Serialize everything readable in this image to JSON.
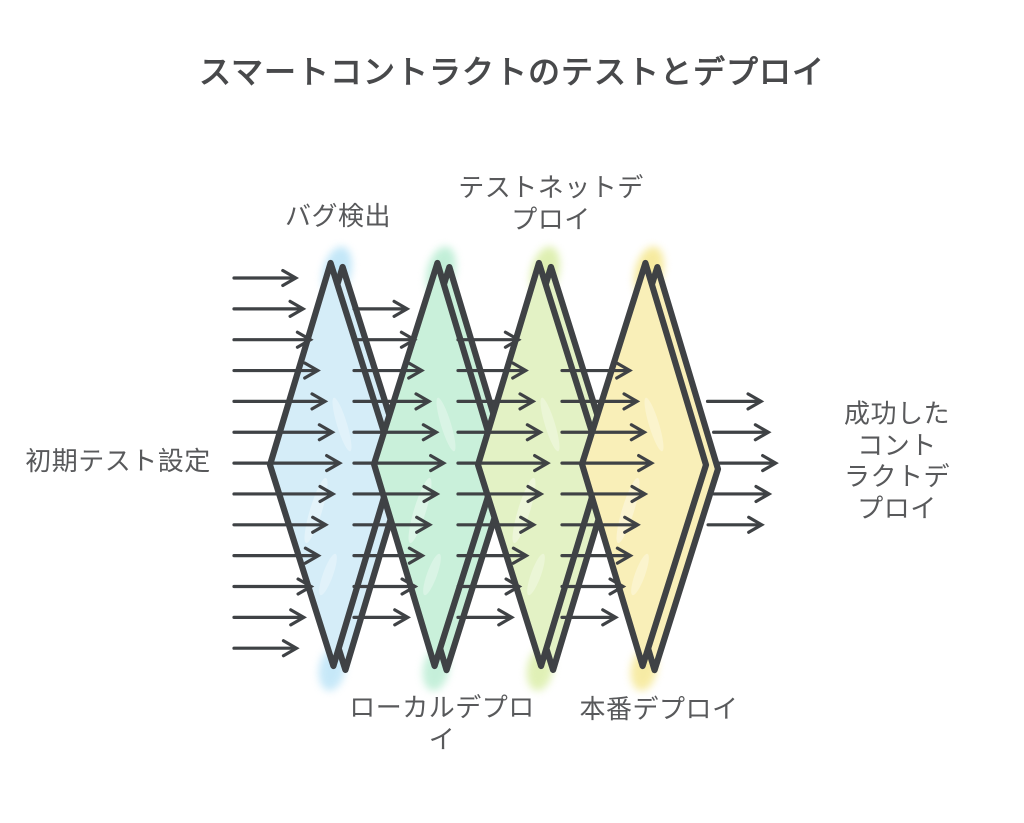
{
  "title": "スマートコントラクトのテストとデプロイ",
  "colors": {
    "background": "#ffffff",
    "ink": "#3f4245",
    "title_text": "#48494b",
    "label_text": "#58595b"
  },
  "diagram": {
    "input_label": "初期テスト設定",
    "output_label": "成功したコント\nラクトデプロイ",
    "stages": [
      {
        "id": "bug-detection",
        "label": "バグ検出",
        "label_side": "top",
        "fill": "#d5edf8",
        "halo": "#b9e3f7"
      },
      {
        "id": "local-deploy",
        "label": "ローカルデプロ\nイ",
        "label_side": "bottom",
        "fill": "#c9f0da",
        "halo": "#b7ecd1"
      },
      {
        "id": "testnet-deploy",
        "label": "テストネットデ\nプロイ",
        "label_side": "top",
        "fill": "#e3f2c5",
        "halo": "#d9eda4"
      },
      {
        "id": "production-deploy",
        "label": "本番デプロイ",
        "label_side": "bottom",
        "fill": "#f9efb8",
        "halo": "#f5e78f"
      }
    ]
  }
}
